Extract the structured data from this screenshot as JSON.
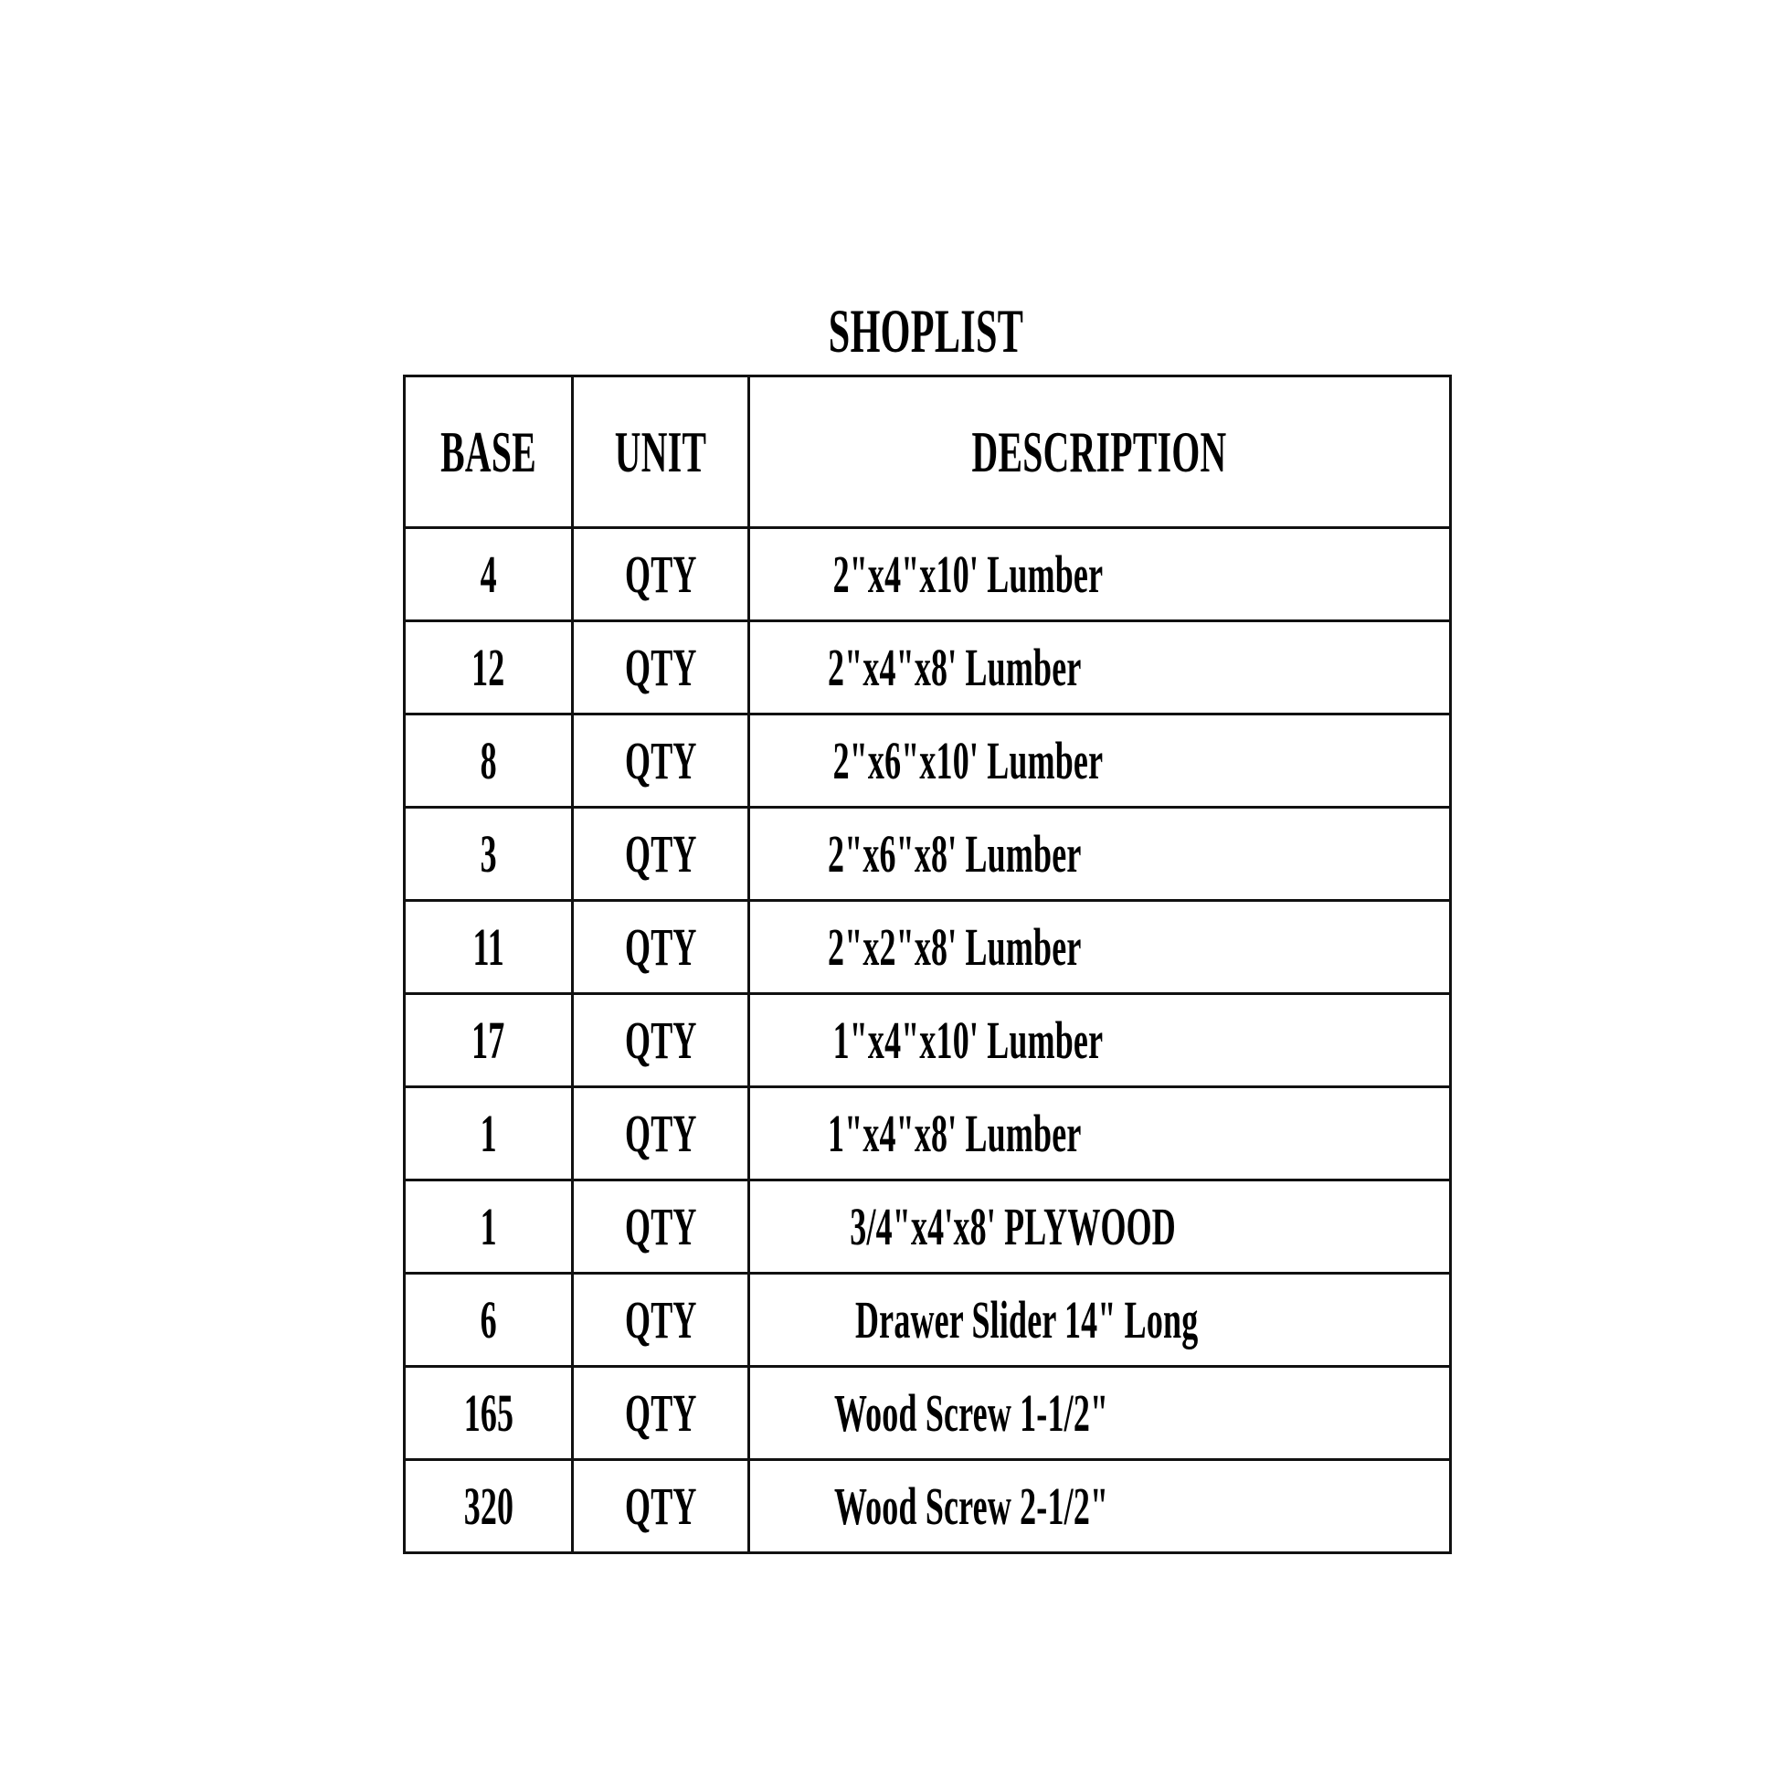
{
  "document": {
    "title": "SHOPLIST",
    "background_color": "#FFFFFF",
    "text_color": "#000000",
    "border_color": "#111111"
  },
  "table": {
    "name": "shoplist-table",
    "columns": [
      {
        "key": "base",
        "header": "BASE"
      },
      {
        "key": "unit",
        "header": "UNIT"
      },
      {
        "key": "description",
        "header": "DESCRIPTION"
      }
    ],
    "rows": [
      {
        "base": "4",
        "unit": "QTY",
        "description": "2\"x4\"x10' Lumber"
      },
      {
        "base": "12",
        "unit": "QTY",
        "description": "2\"x4\"x8' Lumber"
      },
      {
        "base": "8",
        "unit": "QTY",
        "description": "2\"x6\"x10' Lumber"
      },
      {
        "base": "3",
        "unit": "QTY",
        "description": "2\"x6\"x8' Lumber"
      },
      {
        "base": "11",
        "unit": "QTY",
        "description": "2\"x2\"x8' Lumber"
      },
      {
        "base": "17",
        "unit": "QTY",
        "description": "1\"x4\"x10' Lumber"
      },
      {
        "base": "1",
        "unit": "QTY",
        "description": "1\"x4\"x8' Lumber"
      },
      {
        "base": "1",
        "unit": "QTY",
        "description": "3/4\"x4'x8' PLYWOOD"
      },
      {
        "base": "6",
        "unit": "QTY",
        "description": "Drawer Slider 14\" Long"
      },
      {
        "base": "165",
        "unit": "QTY",
        "description": "Wood Screw 1-1/2\""
      },
      {
        "base": "320",
        "unit": "QTY",
        "description": "Wood Screw 2-1/2\""
      }
    ]
  }
}
